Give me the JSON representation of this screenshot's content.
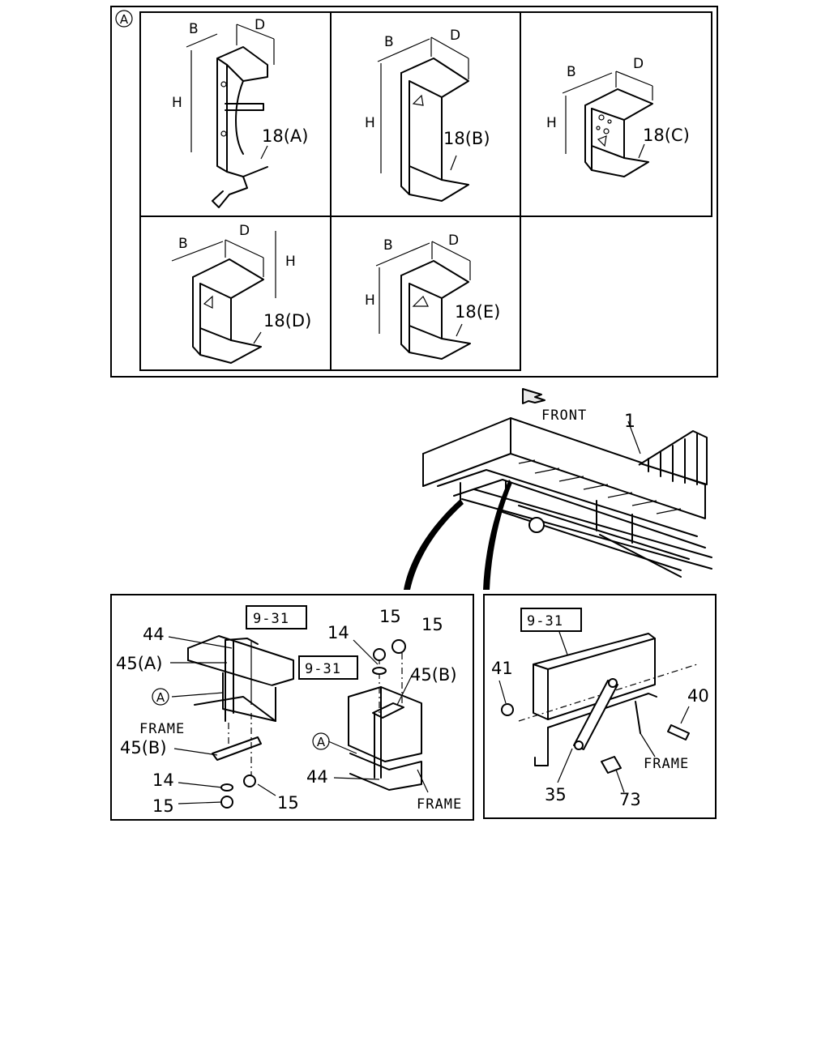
{
  "view_a": {
    "marker": "A",
    "panels": [
      {
        "part": "18(A)",
        "dims": [
          "B",
          "D",
          "H"
        ]
      },
      {
        "part": "18(B)",
        "dims": [
          "B",
          "D",
          "H"
        ]
      },
      {
        "part": "18(C)",
        "dims": [
          "B",
          "D",
          "H"
        ]
      },
      {
        "part": "18(D)",
        "dims": [
          "B",
          "D",
          "H"
        ]
      },
      {
        "part": "18(E)",
        "dims": [
          "B",
          "D",
          "H"
        ]
      }
    ]
  },
  "overview": {
    "front_label": "FRONT",
    "body_callout": "1"
  },
  "detail_left": {
    "ref_boxes": [
      "9-31",
      "9-31"
    ],
    "callouts": {
      "c44_top": "44",
      "c45a": "45(A)",
      "marker_a1": "A",
      "frame1": "FRAME",
      "c45b_left": "45(B)",
      "c14_left": "14",
      "c15_left_bottom": "15",
      "c15_left_nut": "15",
      "c15_top": "15",
      "c15_top_right": "15",
      "c14_right": "14",
      "c45b_right": "45(B)",
      "marker_a2": "A",
      "c44_right": "44",
      "frame2": "FRAME"
    }
  },
  "detail_right": {
    "ref_box": "9-31",
    "callouts": {
      "c41": "41",
      "c40": "40",
      "frame": "FRAME",
      "c35": "35",
      "c73": "73"
    }
  }
}
